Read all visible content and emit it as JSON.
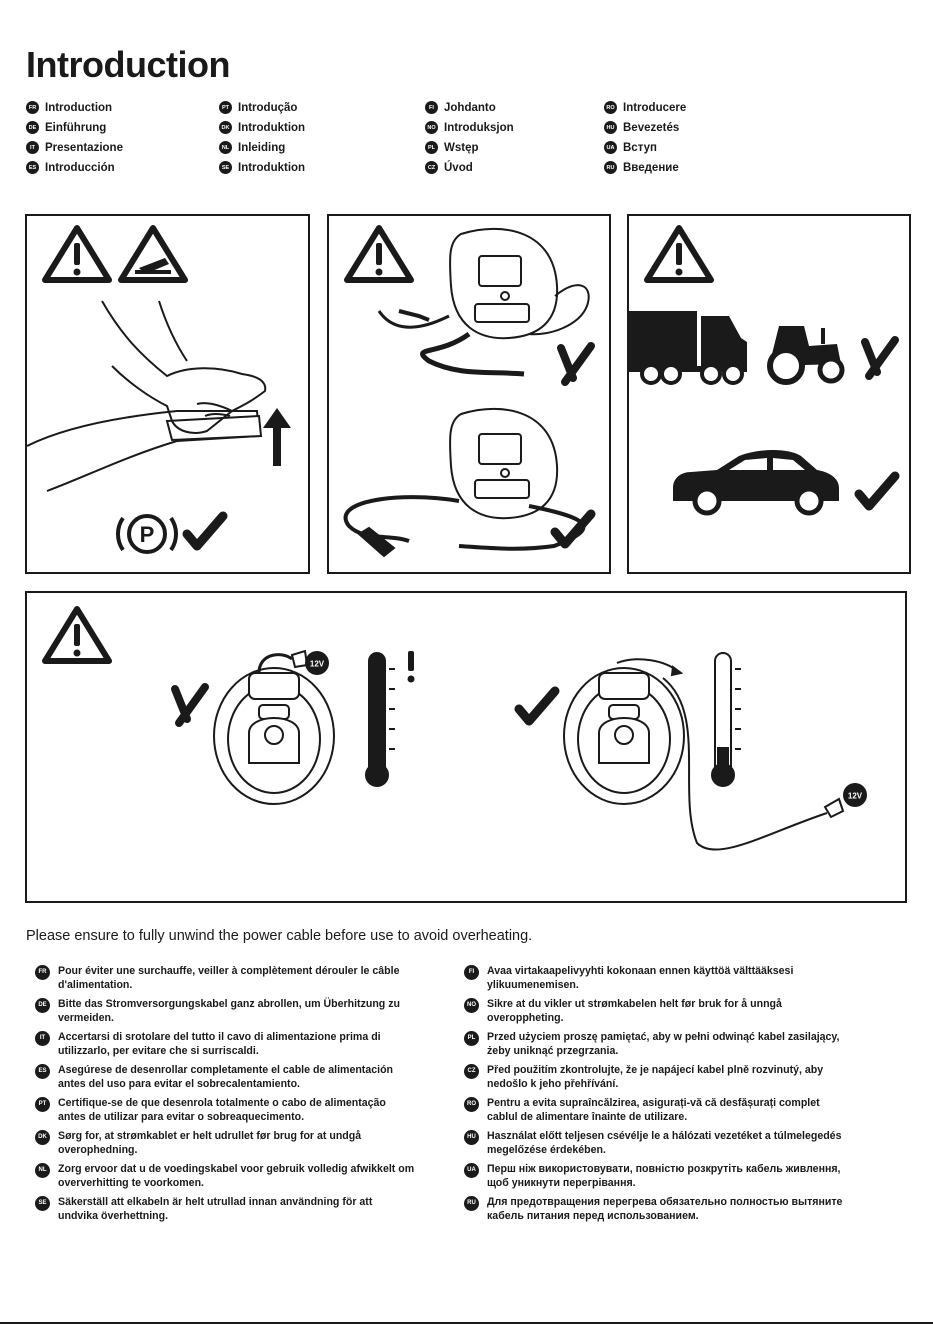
{
  "page": {
    "title": "Introduction",
    "headline": "Please ensure to fully unwind the power cable before use to avoid overheating.",
    "voltage_label": "12V"
  },
  "languages": [
    {
      "code": "FR",
      "label": "Introduction"
    },
    {
      "code": "DE",
      "label": "Einführung"
    },
    {
      "code": "IT",
      "label": "Presentazione"
    },
    {
      "code": "ES",
      "label": "Introducción"
    },
    {
      "code": "PT",
      "label": "Introdução"
    },
    {
      "code": "DK",
      "label": "Introduktion"
    },
    {
      "code": "NL",
      "label": "Inleiding"
    },
    {
      "code": "SE",
      "label": "Introduktion"
    },
    {
      "code": "FI",
      "label": "Johdanto"
    },
    {
      "code": "NO",
      "label": "Introduksjon"
    },
    {
      "code": "PL",
      "label": "Wstęp"
    },
    {
      "code": "CZ",
      "label": "Úvod"
    },
    {
      "code": "RO",
      "label": "Introducere"
    },
    {
      "code": "HU",
      "label": "Bevezetés"
    },
    {
      "code": "UA",
      "label": "Вступ"
    },
    {
      "code": "RU",
      "label": "Введение"
    }
  ],
  "instructions_left": [
    {
      "code": "FR",
      "text": "Pour éviter une surchauffe, veiller à complètement dérouler le câble d'alimentation."
    },
    {
      "code": "DE",
      "text": "Bitte das Stromversorgungskabel ganz abrollen, um Überhitzung zu vermeiden."
    },
    {
      "code": "IT",
      "text": "Accertarsi di srotolare del tutto il cavo di alimentazione prima di utilizzarlo, per evitare che si surriscaldi."
    },
    {
      "code": "ES",
      "text": "Asegúrese de desenrollar completamente el cable de alimentación antes del uso para evitar el sobrecalentamiento."
    },
    {
      "code": "PT",
      "text": "Certifique-se de que desenrola totalmente o cabo de alimentação antes de utilizar para evitar o sobreaquecimento."
    },
    {
      "code": "DK",
      "text": "Sørg for, at strømkablet er helt udrullet før brug for at undgå overophedning."
    },
    {
      "code": "NL",
      "text": "Zorg ervoor dat u de voedingskabel voor gebruik volledig afwikkelt om oververhitting te voorkomen."
    },
    {
      "code": "SE",
      "text": "Säkerställ att elkabeln är helt utrullad innan användning för att undvika överhettning."
    }
  ],
  "instructions_right": [
    {
      "code": "FI",
      "text": "Avaa virtakaapelivyyhti kokonaan ennen käyttöä välttääksesi ylikuumenemisen."
    },
    {
      "code": "NO",
      "text": "Sikre at du vikler ut strømkabelen helt før bruk for å unngå overoppheting."
    },
    {
      "code": "PL",
      "text": "Przed użyciem proszę pamiętać, aby w pełni odwinąć kabel zasilający, żeby uniknąć przegrzania."
    },
    {
      "code": "CZ",
      "text": "Před použitím zkontrolujte, že je napájecí kabel plně rozvinutý, aby nedošlo k jeho přehřívání."
    },
    {
      "code": "RO",
      "text": "Pentru a evita supraîncălzirea, asigurați-vă că desfășurați complet cablul de alimentare înainte de utilizare."
    },
    {
      "code": "HU",
      "text": "Használat előtt teljesen csévélje le a hálózati vezetéket a túlmelegedés megelőzése érdekében."
    },
    {
      "code": "UA",
      "text": "Перш ніж використовувати, повністю розкрутіть кабель живлення, щоб уникнути перегрівання."
    },
    {
      "code": "RU",
      "text": "Для предотвращения перегрева обязательно полностью вытяните кабель питания перед использованием."
    }
  ]
}
